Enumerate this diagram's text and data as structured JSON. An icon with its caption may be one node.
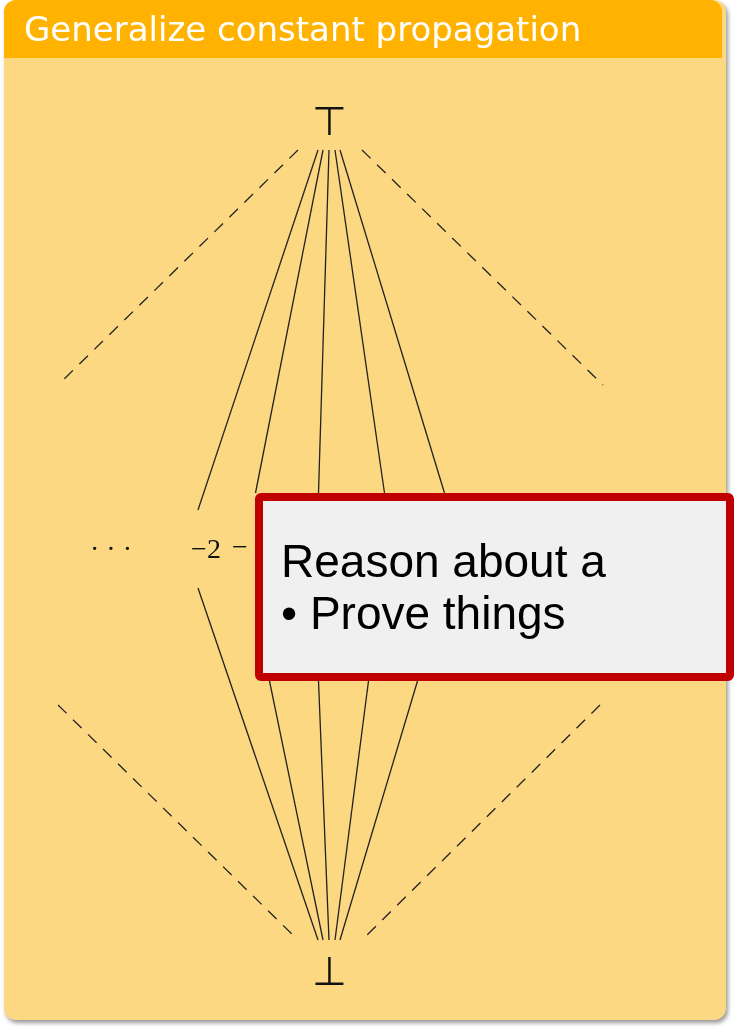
{
  "diagram": {
    "title": "Generalize constant propagation",
    "nodes": [
      {
        "text": [
          "⊤"
        ]
      },
      {
        "text": [
          "−2"
        ]
      },
      {
        "text": [
          "Reason about a",
          "• Prove things"
        ]
      },
      {
        "text": [
          "⊥"
        ]
      }
    ],
    "edges": [
      {
        "from": 0,
        "to": null,
        "arrow": "none",
        "style": "dashed"
      },
      {
        "from": 0,
        "to": 1,
        "arrow": "none"
      },
      {
        "from": 0,
        "to": 2,
        "arrow": "none"
      },
      {
        "from": 0,
        "to": 2,
        "arrow": "none"
      },
      {
        "from": 0,
        "to": 2,
        "arrow": "none"
      },
      {
        "from": 0,
        "to": 2,
        "arrow": "none"
      },
      {
        "from": 0,
        "to": null,
        "arrow": "none",
        "style": "dashed"
      },
      {
        "from": null,
        "to": 3,
        "arrow": "none",
        "style": "dashed"
      },
      {
        "from": 1,
        "to": 3,
        "arrow": "none"
      },
      {
        "from": 2,
        "to": 3,
        "arrow": "none"
      },
      {
        "from": 2,
        "to": 3,
        "arrow": "none"
      },
      {
        "from": 2,
        "to": 3,
        "arrow": "none"
      },
      {
        "from": 2,
        "to": 3,
        "arrow": "none"
      },
      {
        "from": null,
        "to": 3,
        "arrow": "none",
        "style": "dashed"
      }
    ],
    "labels": [
      "· · ·",
      "−"
    ]
  }
}
